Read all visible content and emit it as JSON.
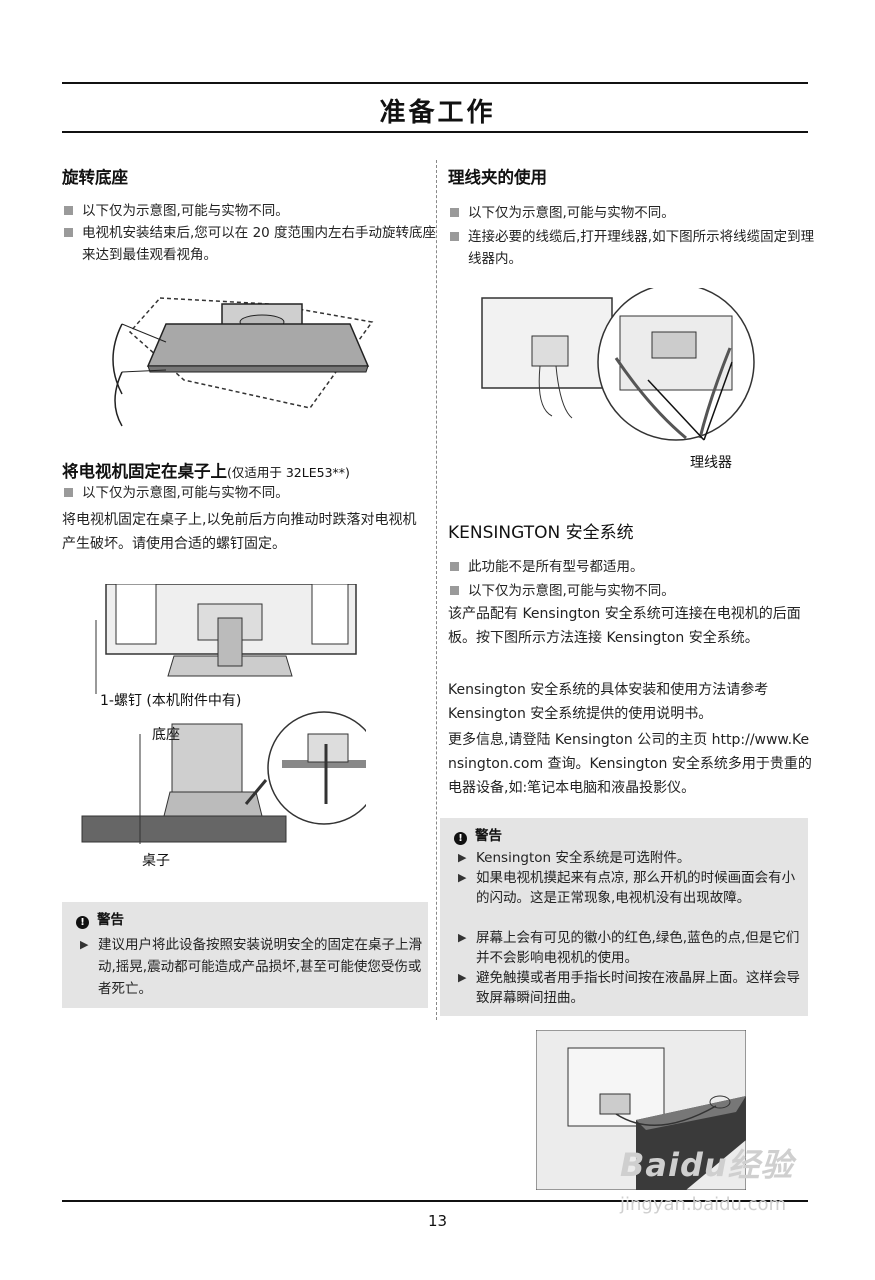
{
  "page": {
    "title": "准备工作",
    "page_number": "13"
  },
  "left": {
    "swivel": {
      "heading": "旋转底座",
      "bullets": [
        "以下仅为示意图,可能与实物不同。",
        "电视机安装结束后,您可以在 20 度范围内左右手动旋转底座来达到最佳观看视角。"
      ]
    },
    "desk": {
      "heading": "将电视机固定在桌子上",
      "heading_note": "(仅适用于 32LE53**)",
      "bullet": "以下仅为示意图,可能与实物不同。",
      "paragraph": "将电视机固定在桌子上,以免前后方向推动时跌落对电视机产生破坏。请使用合适的螺钉固定。",
      "label_screw": "1-螺钉 (本机附件中有)",
      "label_stand": "底座",
      "label_desk": "桌子"
    },
    "warning": {
      "heading": "警告",
      "items": [
        "建议用户将此设备按照安装说明安全的固定在桌子上滑动,摇晃,震动都可能造成产品损坏,甚至可能使您受伤或者死亡。"
      ]
    }
  },
  "right": {
    "cable": {
      "heading": "理线夹的使用",
      "bullets": [
        "以下仅为示意图,可能与实物不同。",
        "连接必要的线缆后,打开理线器,如下图所示将线缆固定到理线器内。"
      ],
      "label_holder": "理线器"
    },
    "kensington": {
      "heading": "KENSINGTON 安全系统",
      "bullets": [
        "此功能不是所有型号都适用。",
        "以下仅为示意图,可能与实物不同。"
      ],
      "paragraphs": [
        "该产品配有 Kensington 安全系统可连接在电视机的后面板。按下图所示方法连接 Kensington 安全系统。",
        "Kensington 安全系统的具体安装和使用方法请参考 Kensington 安全系统提供的使用说明书。",
        "更多信息,请登陆 Kensington 公司的主页 http://www.Kensington.com 查询。Kensington 安全系统多用于贵重的电器设备,如:笔记本电脑和液晶投影仪。"
      ]
    },
    "warning": {
      "heading": "警告",
      "items": [
        "Kensington 安全系统是可选附件。",
        "如果电视机摸起来有点凉, 那么开机的时候画面会有小的闪动。这是正常现象,电视机没有出现故障。",
        "屏幕上会有可见的徽小的红色,绿色,蓝色的点,但是它们并不会影响电视机的使用。",
        "避免触摸或者用手指长时间按在液晶屏上面。这样会导致屏幕瞬间扭曲。"
      ]
    }
  },
  "watermark": {
    "brand": "Baidu经验",
    "url": "jingyan.baidu.com"
  }
}
